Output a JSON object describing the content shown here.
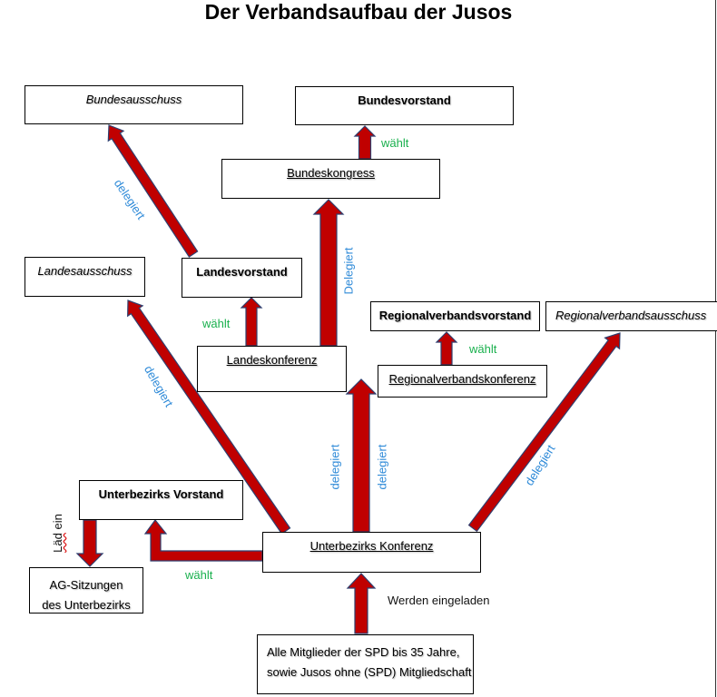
{
  "title": "Der Verbandsaufbau der Jusos",
  "boxes": {
    "bundesausschuss": "Bundesausschuss",
    "bundesvorstand": "Bundesvorstand",
    "bundeskongress": "Bundeskongress",
    "landesausschuss": "Landesausschuss",
    "landesvorstand": "Landesvorstand",
    "landeskonferenz": "Landeskonferenz",
    "regionalverbandsvorstand": "Regionalverbandsvorstand",
    "regionalverbandsausschuss": "Regionalverbandsausschuss",
    "regionalverbandskonferenz": "Regionalverbandskonferenz",
    "unterbezirks_vorstand": "Unterbezirks Vorstand",
    "unterbezirks_konferenz": "Unterbezirks Konferenz",
    "ag_sitzungen_line1": "AG-Sitzungen",
    "ag_sitzungen_line2": "des Unterbezirks",
    "mitglieder_line1": "Alle Mitglieder der SPD bis 35 Jahre,",
    "mitglieder_line2": "sowie Jusos ohne (SPD) Mitgliedschaft"
  },
  "labels": {
    "delegiert": "delegiert",
    "Delegiert": "Delegiert",
    "waehlt": "wählt",
    "laed": "Läd",
    "ein": " ein",
    "werden_eingeladen": "Werden eingeladen"
  },
  "colors": {
    "arrow_fill": "#c00000",
    "arrow_stroke": "#2f3f6f",
    "delegiert_text": "#2e8ad8",
    "waehlt_text": "#19b04d"
  }
}
